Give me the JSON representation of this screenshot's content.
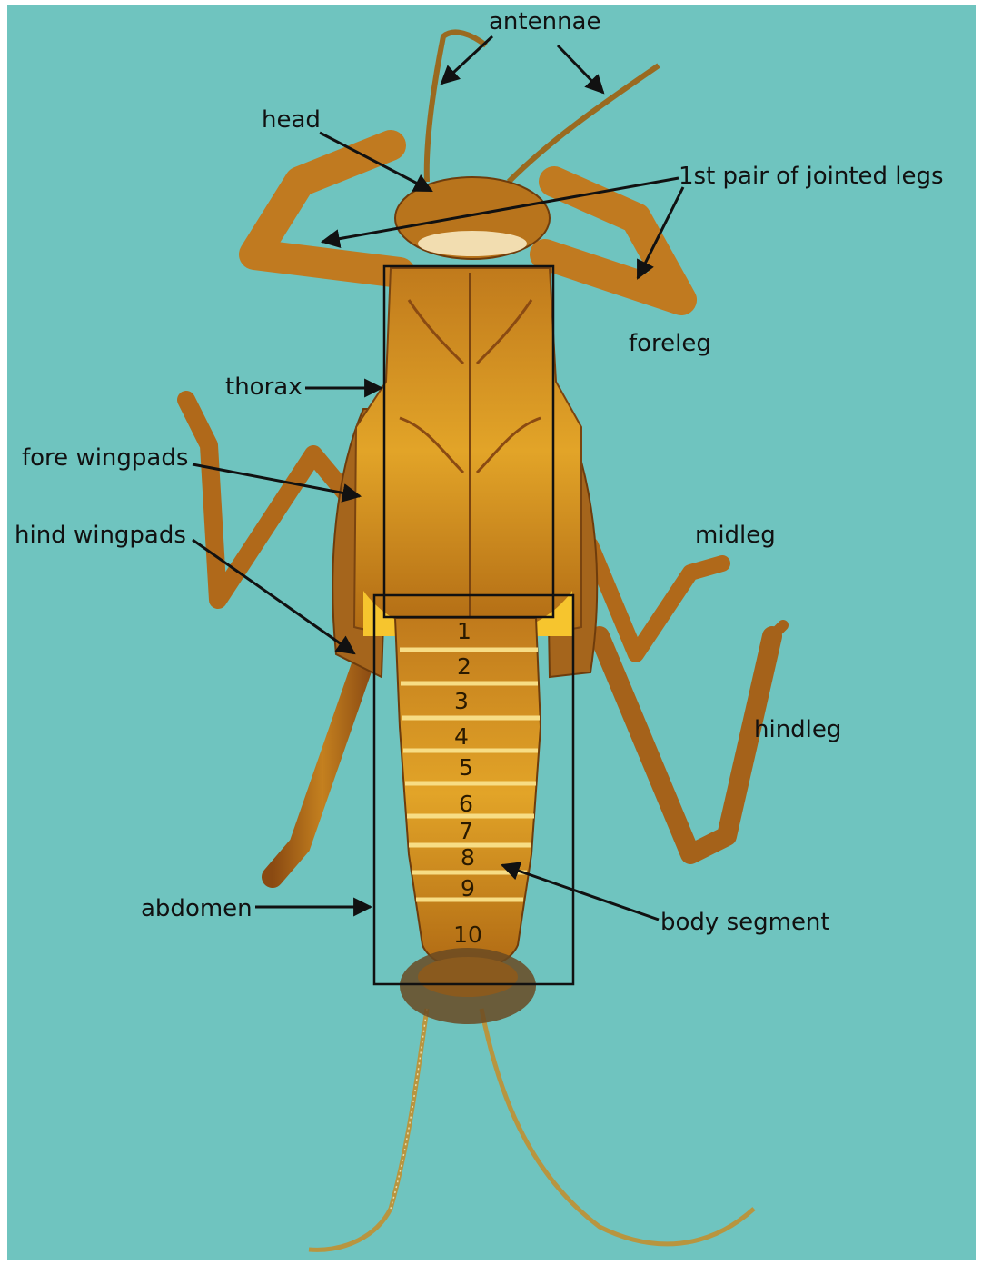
{
  "colors": {
    "background": "#6fc4bf",
    "body": "#c98a1e",
    "body_dark": "#8a4d10",
    "body_light": "#f4c040",
    "text": "#111111"
  },
  "labels": {
    "antennae": "antennae",
    "head": "head",
    "first_legs": "1st pair of jointed legs",
    "foreleg": "foreleg",
    "thorax": "thorax",
    "fore_wingpads": "fore wingpads",
    "hind_wingpads": "hind wingpads",
    "midleg": "midleg",
    "hindleg": "hindleg",
    "abdomen": "abdomen",
    "body_segment": "body segment"
  },
  "segments": [
    "1",
    "2",
    "3",
    "4",
    "5",
    "6",
    "7",
    "8",
    "9",
    "10"
  ]
}
